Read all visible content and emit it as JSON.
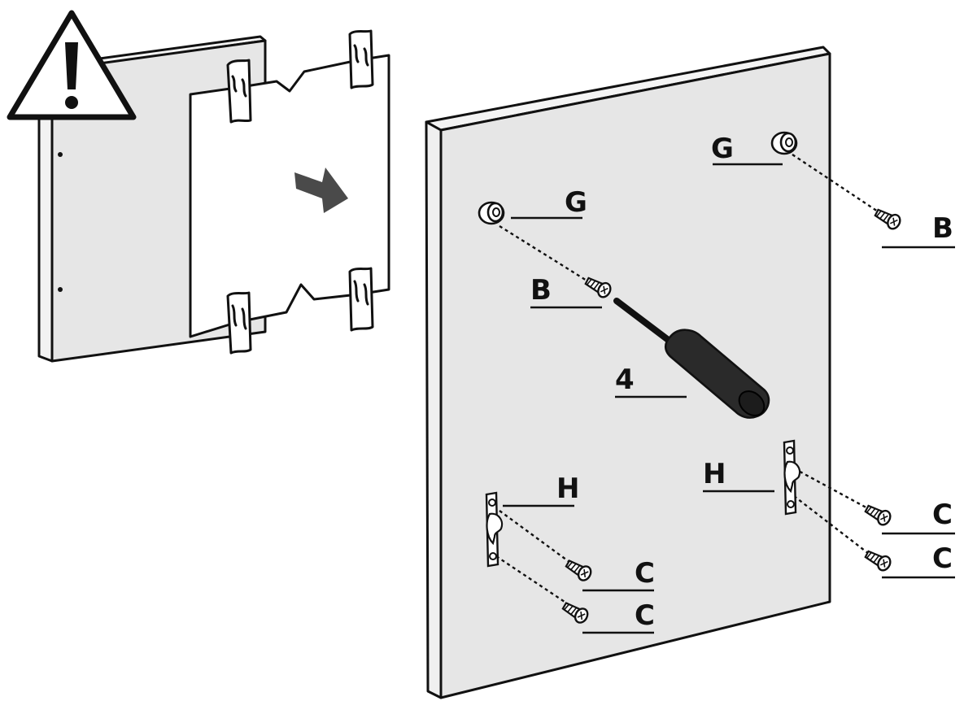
{
  "diagram": {
    "labels": {
      "g_top": "G",
      "g_left": "G",
      "b_top": "B",
      "b_left": "B",
      "tool_number": "4",
      "h_left": "H",
      "h_right": "H",
      "c_left_1": "C",
      "c_left_2": "C",
      "c_right_1": "C",
      "c_right_2": "C"
    },
    "colors": {
      "panel": "#e6e6e6",
      "panel_edge": "#f4f4f4",
      "ink": "#111111",
      "arrow": "#4a4a4a",
      "screwdriver": "#2a2a2a"
    },
    "icons": {
      "warning": "warning-triangle-icon",
      "arrow": "arrow-right-icon",
      "tool": "screwdriver-icon",
      "bumper": "bumper-icon",
      "screw": "screw-icon",
      "bracket": "hanging-bracket-icon"
    }
  }
}
